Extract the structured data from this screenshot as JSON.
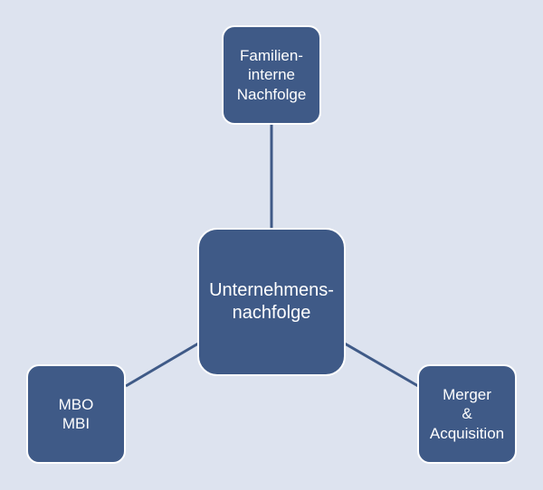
{
  "diagram": {
    "center": {
      "label": "Unternehmens-\nnachfolge"
    },
    "top": {
      "label": "Familien-\ninterne\nNachfolge"
    },
    "left": {
      "label": "MBO\nMBI"
    },
    "right": {
      "label": "Merger\n&\nAcquisition"
    }
  },
  "colors": {
    "background": "#dde3ef",
    "node_fill": "#3f5a87",
    "node_border": "#ffffff",
    "node_text": "#ffffff",
    "connector": "#3f5a87"
  }
}
